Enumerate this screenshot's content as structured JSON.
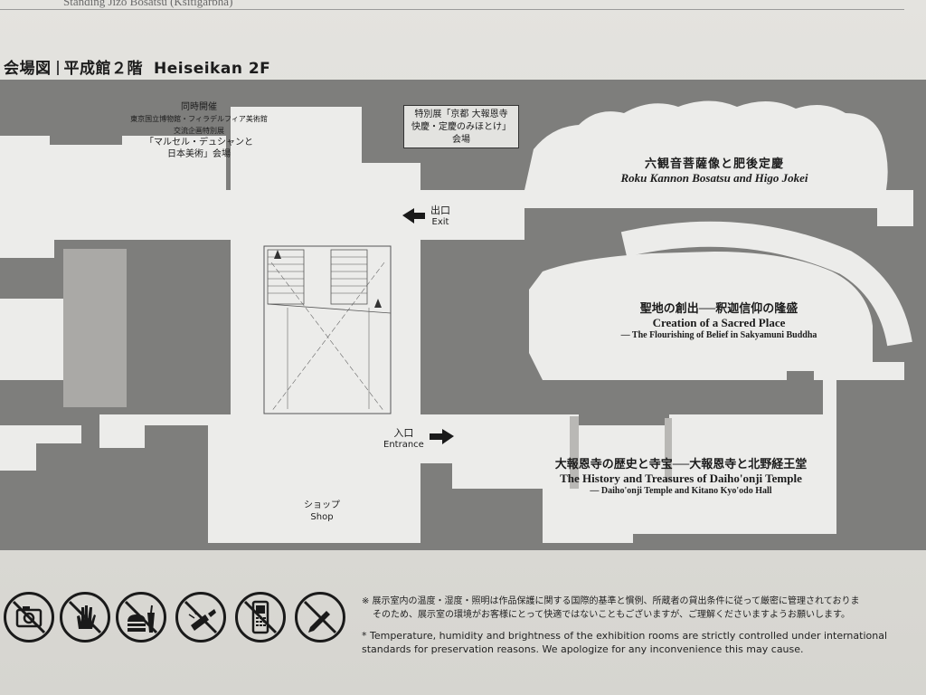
{
  "header": {
    "running_text": "Standing Jizo Bosatsu (Ksitigarbha)"
  },
  "title": {
    "jp_a": "会場図",
    "jp_b": "平成館２階",
    "en": "Heiseikan 2F"
  },
  "labels": {
    "concurrent": [
      "同時開催",
      "東京国立博物館・フィラデルフィア美術館",
      "交流企画特別展",
      "「マルセル・デュシャンと",
      "日本美術」会場"
    ],
    "special_exhibit": [
      "特別展「京都 大報恩寺",
      "快慶・定慶のみほとけ」",
      "会場"
    ],
    "exit_jp": "出口",
    "exit_en": "Exit",
    "entrance_jp": "入口",
    "entrance_en": "Entrance",
    "shop_jp": "ショップ",
    "shop_en": "Shop"
  },
  "rooms": {
    "roku_kannon": {
      "jp": "六観音菩薩像と肥後定慶",
      "en": "Roku Kannon Bosatsu and Higo Jokei"
    },
    "sacred_place": {
      "jp": "聖地の創出──釈迦信仰の隆盛",
      "en": "Creation of a Sacred Place",
      "en_sub": "— The Flourishing of Belief in Sakyamuni Buddha"
    },
    "daihoonji": {
      "jp": "大報恩寺の歴史と寺宝──大報恩寺と北野経王堂",
      "en": "The History and Treasures of Daiho'onji Temple",
      "en_sub": "— Daiho'onji Temple and Kitano Kyo'odo Hall"
    }
  },
  "icons": [
    "no-photography-icon",
    "no-touching-icon",
    "no-food-drink-icon",
    "no-flash-icon",
    "no-mobile-phone-icon",
    "no-pen-icon"
  ],
  "notes": {
    "jp_line1": "※ 展示室内の温度・湿度・照明は作品保護に関する国際的基準と慣例、所蔵者の貸出条件に従って厳密に管理されておりま",
    "jp_line2": "そのため、展示室の環境がお客様にとって快適ではないこともございますが、ご理解くださいますようお願いします。",
    "en": "* Temperature, humidity and brightness of the exhibition rooms are strictly controlled under international standards for preservation reasons. We apologize for any inconvenience this may cause."
  },
  "colors": {
    "floor_dark": "#6e6e6e",
    "floor_mid": "#8a8a88",
    "room_light": "#ececea",
    "paper": "#dcdbd7"
  }
}
